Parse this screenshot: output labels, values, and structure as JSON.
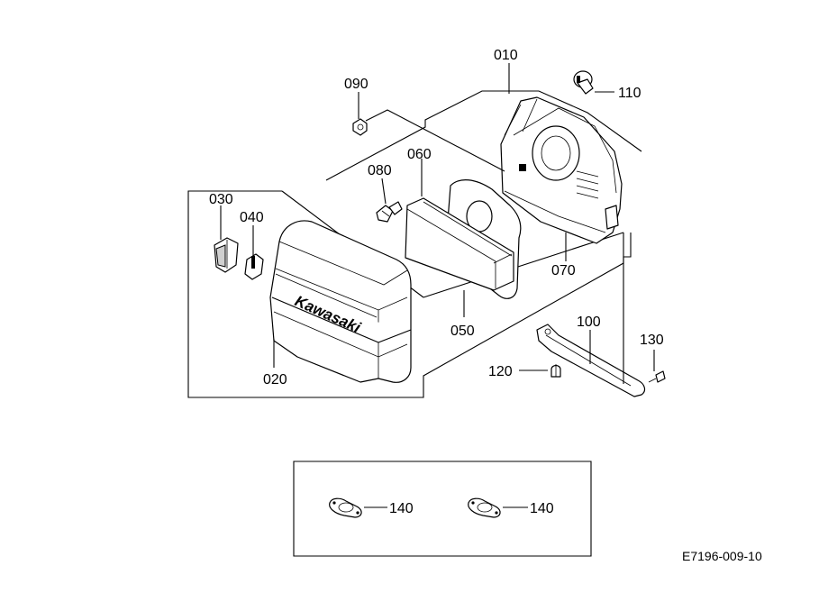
{
  "diagram": {
    "reference_code": "E7196-009-10",
    "brand_text": "Kawasaki",
    "callouts": {
      "p010": "010",
      "p020": "020",
      "p030": "030",
      "p040": "040",
      "p050": "050",
      "p060": "060",
      "p070": "070",
      "p080": "080",
      "p090": "090",
      "p100": "100",
      "p110": "110",
      "p120": "120",
      "p130": "130",
      "p140a": "140",
      "p140b": "140"
    }
  }
}
